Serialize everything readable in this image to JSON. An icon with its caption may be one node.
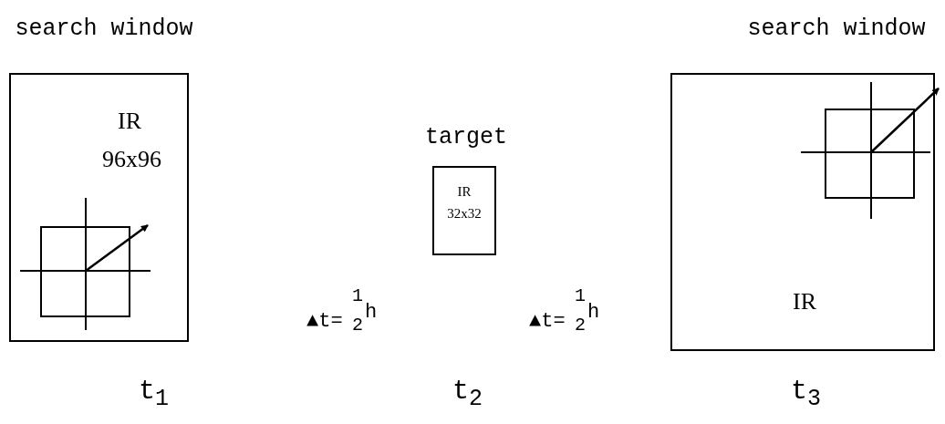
{
  "diagram": {
    "nodes": [
      {
        "text": [
          "search window",
          "IR 96x96"
        ],
        "beside": [
          "t$_{1}$"
        ]
      },
      {
        "text": [
          "target",
          "IR 32x32"
        ]
      },
      {
        "text": [
          "search window",
          "IR"
        ],
        "beside": [
          "t$_{3}$"
        ]
      }
    ],
    "labels": [
      "▲t=",
      "1",
      "2",
      "h",
      "t$_{2}$",
      "▲t=",
      "1",
      "2",
      "h"
    ]
  }
}
